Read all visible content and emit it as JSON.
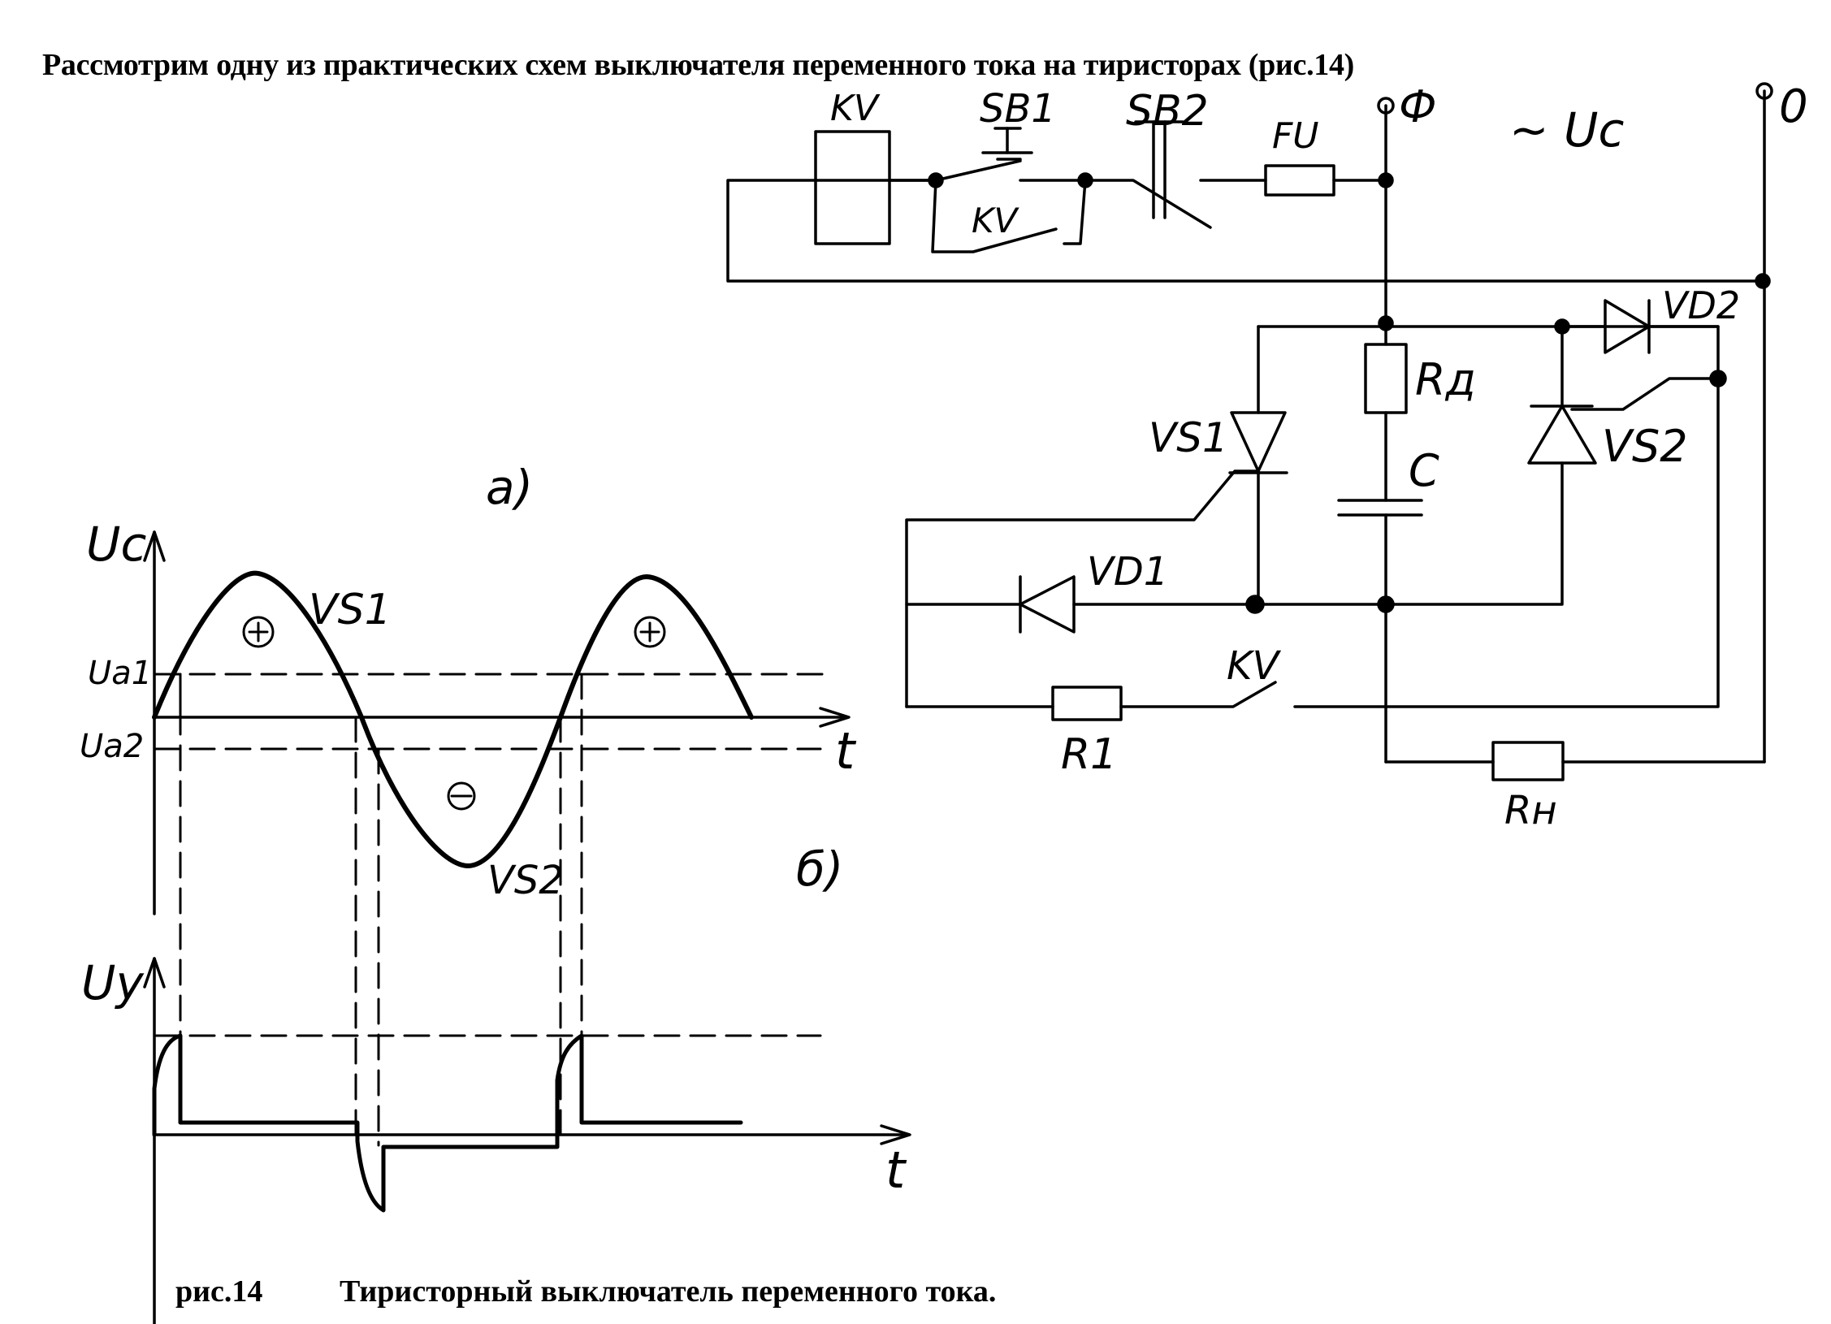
{
  "heading": "Рассмотрим одну из практических схем выключателя переменного тока на  тиристорах (рис.14)",
  "caption": {
    "number": "рис.14",
    "text": "Тиристорный выключатель переменного тока."
  },
  "circuit_labels": {
    "relay_coil": "KV",
    "button1": "SB1",
    "button2": "SB2",
    "fuse": "FU",
    "phase": "Ф",
    "neutral": "0",
    "supply": "~ Uс",
    "relay_contact": "KV",
    "rd": "Rд",
    "cap": "C",
    "vs1": "VS1",
    "vs2": "VS2",
    "vd1": "VD1",
    "vd2": "VD2",
    "r1": "R1",
    "relay_contact2": "KV",
    "rn": "Rн"
  },
  "graph_labels": {
    "label_a": "а)",
    "label_b": "б)",
    "uc_axis": "Uc",
    "uy_axis": "Uу",
    "t_axis_1": "t",
    "t_axis_2": "t",
    "ua1": "Ua1",
    "ua2": "Ua2",
    "vs1": "VS1",
    "vs2": "VS2"
  },
  "colors": {
    "ink": "#000000",
    "background": "#ffffff"
  }
}
